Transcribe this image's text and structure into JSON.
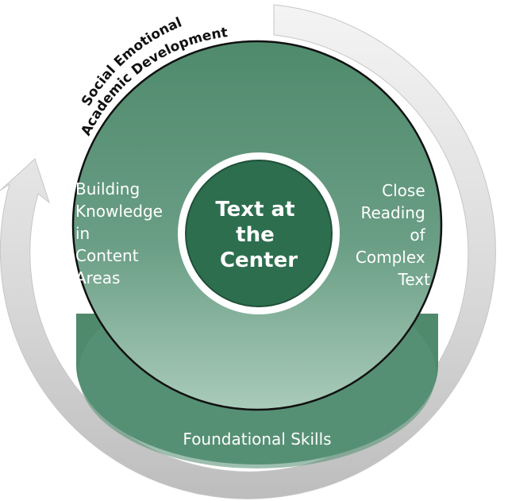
{
  "arc_label": {
    "line1": "Social Emotional",
    "line2": "Academic Development"
  },
  "center": {
    "line1": "Text at",
    "line2": "the",
    "line3": "Center"
  },
  "left_label": {
    "line1": "Building",
    "line2": "Knowledge",
    "line3": "in",
    "line4": "Content",
    "line5": "Areas"
  },
  "right_label": {
    "line1": "Close",
    "line2": "Reading",
    "line3": "of",
    "line4": "Complex",
    "line5": "Text"
  },
  "base_label": "Foundational Skills",
  "colors": {
    "dark_green": "#2d6e4e",
    "mid_green": "#5b9479",
    "light_green": "#9fc4b0",
    "arrow_gray": "#d9d9d9"
  }
}
